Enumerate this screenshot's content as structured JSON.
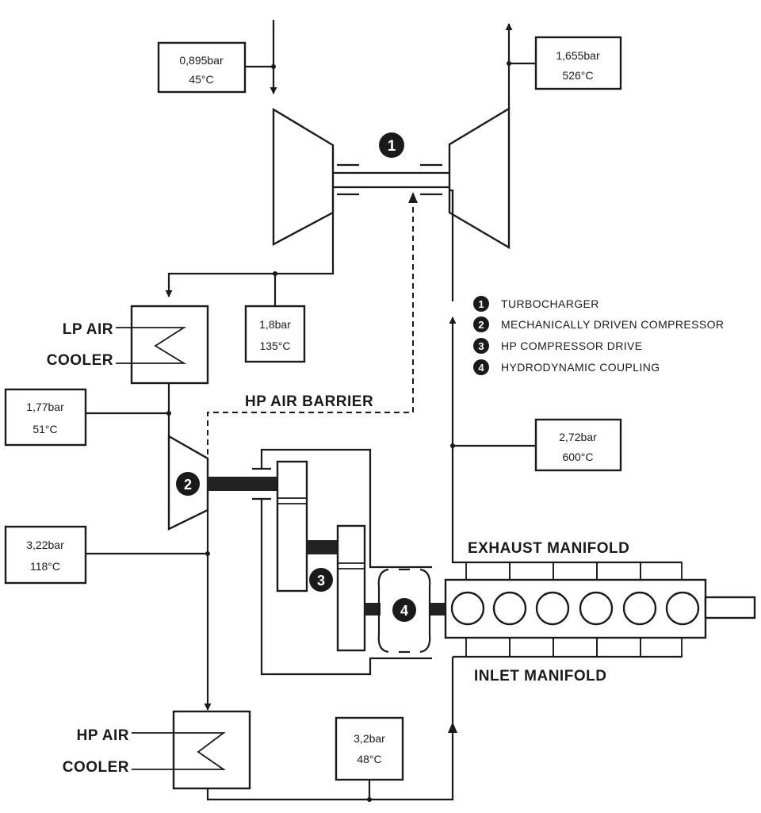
{
  "legend": [
    {
      "num": "1",
      "label": "TURBOCHARGER"
    },
    {
      "num": "2",
      "label": "MECHANICALLY DRIVEN COMPRESSOR"
    },
    {
      "num": "3",
      "label": "HP COMPRESSOR DRIVE"
    },
    {
      "num": "4",
      "label": "HYDRODYNAMIC COUPLING"
    }
  ],
  "readings": {
    "comp_inlet": {
      "pressure": "0,895bar",
      "temp": "45°C"
    },
    "turbine_outlet": {
      "pressure": "1,655bar",
      "temp": "526°C"
    },
    "tc_comp_outlet": {
      "pressure": "1,8bar",
      "temp": "135°C"
    },
    "lp_cooler_outlet": {
      "pressure": "1,77bar",
      "temp": "51°C"
    },
    "hp_comp_outlet": {
      "pressure": "3,22bar",
      "temp": "118°C"
    },
    "turbine_inlet": {
      "pressure": "2,72bar",
      "temp": "600°C"
    },
    "hp_cooler_outlet": {
      "pressure": "3,2bar",
      "temp": "48°C"
    }
  },
  "labels": {
    "lp_cooler_line1": "LP AIR",
    "lp_cooler_line2": "COOLER",
    "hp_cooler_line1": "HP AIR",
    "hp_cooler_line2": "COOLER",
    "hp_air_barrier": "HP AIR BARRIER",
    "exhaust_manifold": "EXHAUST MANIFOLD",
    "inlet_manifold": "INLET MANIFOLD"
  },
  "markers": {
    "m1": "1",
    "m2": "2",
    "m3": "3",
    "m4": "4"
  }
}
